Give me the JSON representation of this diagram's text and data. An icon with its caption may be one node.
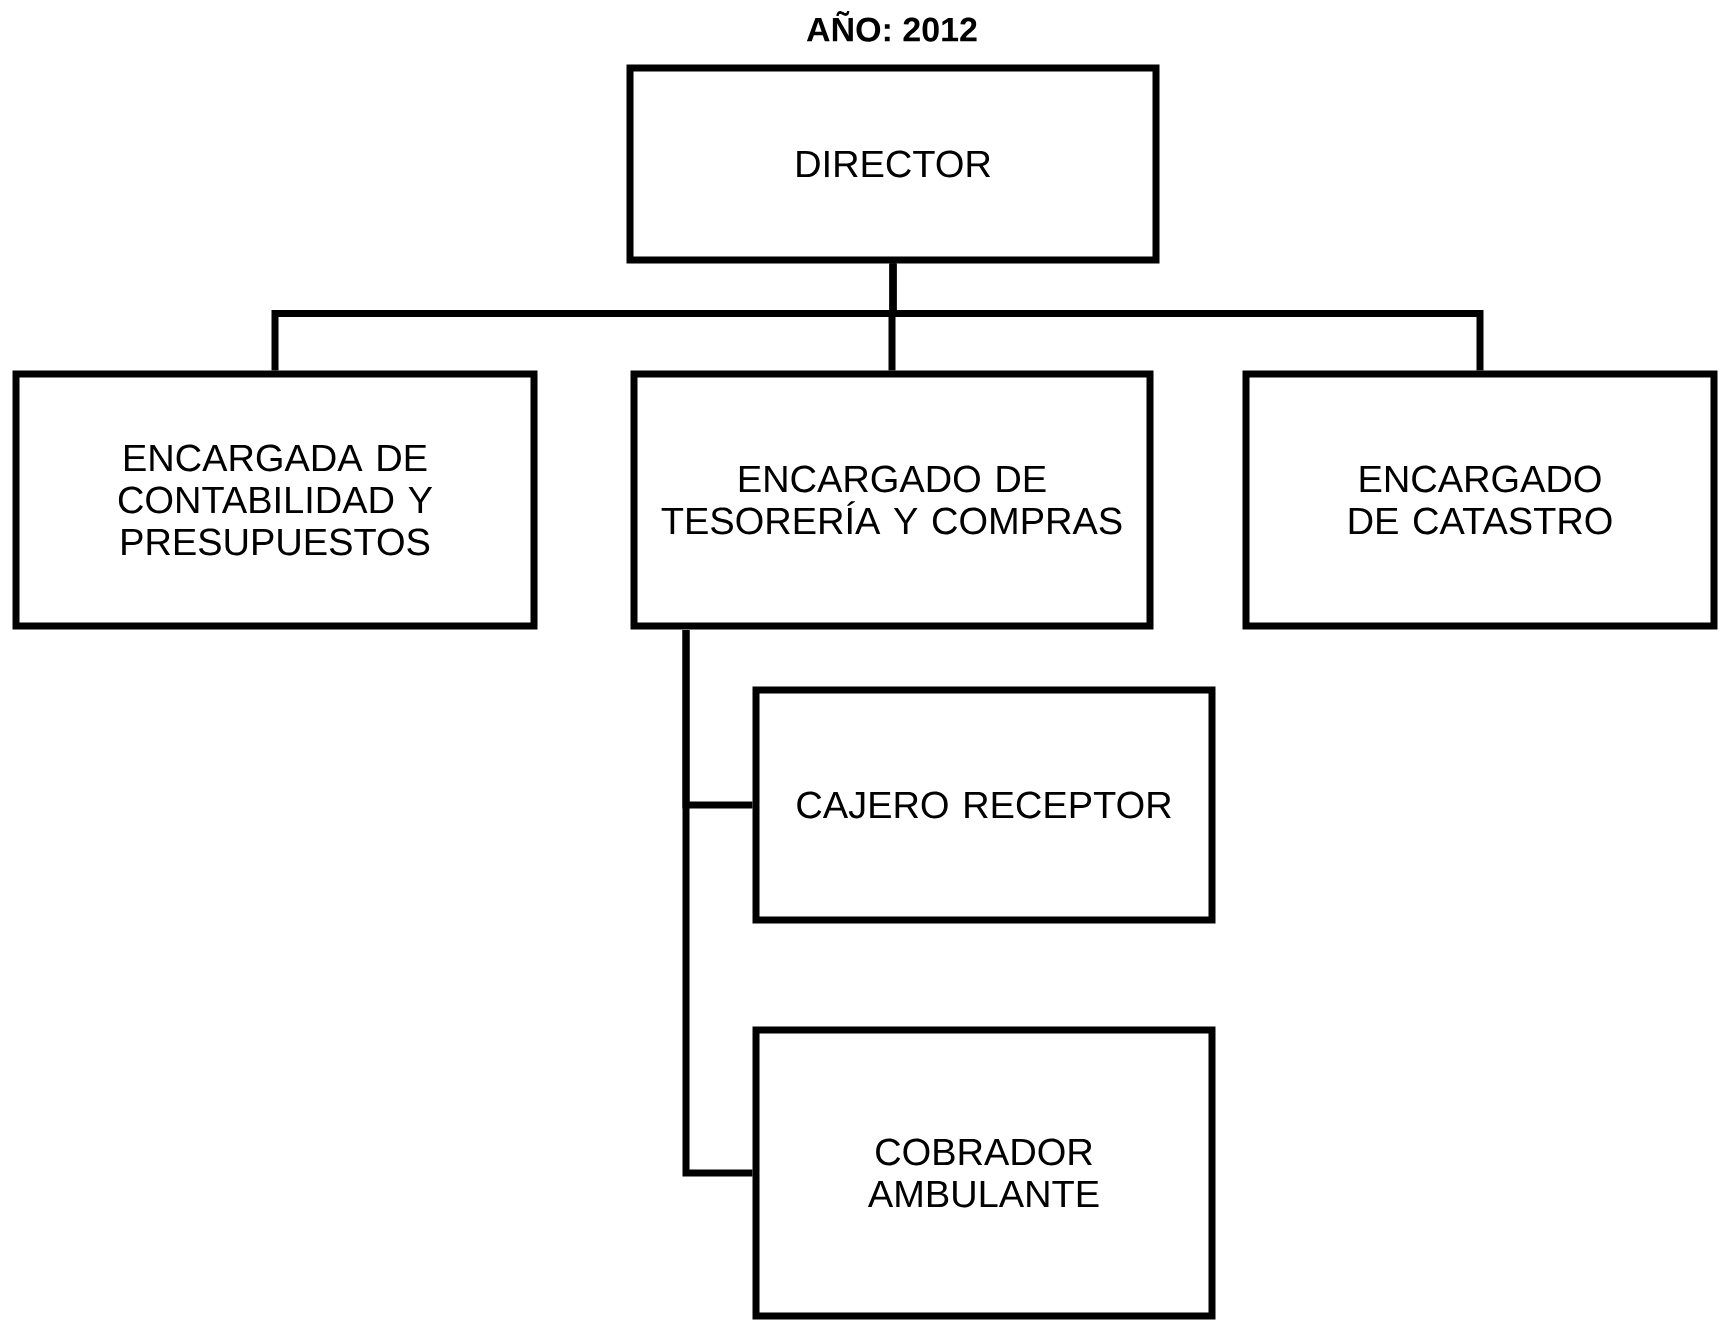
{
  "diagram": {
    "title": "AÑO: 2012",
    "nodes": [
      {
        "text": [
          "DIRECTOR"
        ]
      },
      {
        "text": [
          "ENCARGADA DE CONTABILIDAD Y PRESUPUESTOS"
        ]
      },
      {
        "text": [
          "ENCARGADO DE TESORERÍA Y COMPRAS"
        ]
      },
      {
        "text": [
          "ENCARGADO DE CATASTRO"
        ]
      },
      {
        "text": [
          "CAJERO RECEPTOR"
        ]
      },
      {
        "text": [
          "COBRADOR AMBULANTE"
        ]
      }
    ],
    "edges": [
      {
        "from": 0,
        "to": 1,
        "arrow": "none"
      },
      {
        "from": 0,
        "to": 2,
        "arrow": "none"
      },
      {
        "from": 0,
        "to": 3,
        "arrow": "none"
      },
      {
        "from": 2,
        "to": 4,
        "arrow": "none"
      },
      {
        "from": 2,
        "to": 5,
        "arrow": "none"
      }
    ]
  }
}
